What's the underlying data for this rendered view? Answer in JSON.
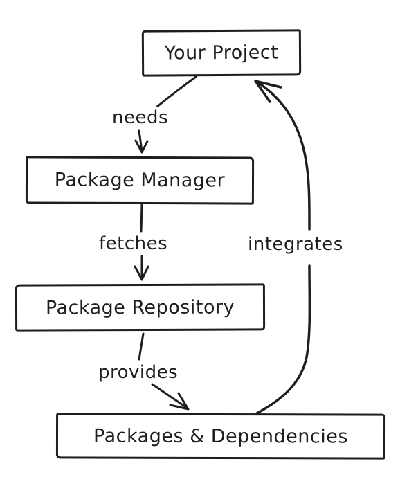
{
  "diagram": {
    "nodes": [
      {
        "id": "your-project",
        "label": "Your Project"
      },
      {
        "id": "package-manager",
        "label": "Package Manager"
      },
      {
        "id": "package-repository",
        "label": "Package Repository"
      },
      {
        "id": "packages-dependencies",
        "label": "Packages & Dependencies"
      }
    ],
    "edges": [
      {
        "id": "needs",
        "label": "needs",
        "from": "your-project",
        "to": "package-manager"
      },
      {
        "id": "fetches",
        "label": "fetches",
        "from": "package-manager",
        "to": "package-repository"
      },
      {
        "id": "provides",
        "label": "provides",
        "from": "package-repository",
        "to": "packages-dependencies"
      },
      {
        "id": "integrates",
        "label": "integrates",
        "from": "packages-dependencies",
        "to": "your-project"
      }
    ]
  },
  "colors": {
    "ink": "#1e1e1e",
    "background": "#ffffff"
  }
}
